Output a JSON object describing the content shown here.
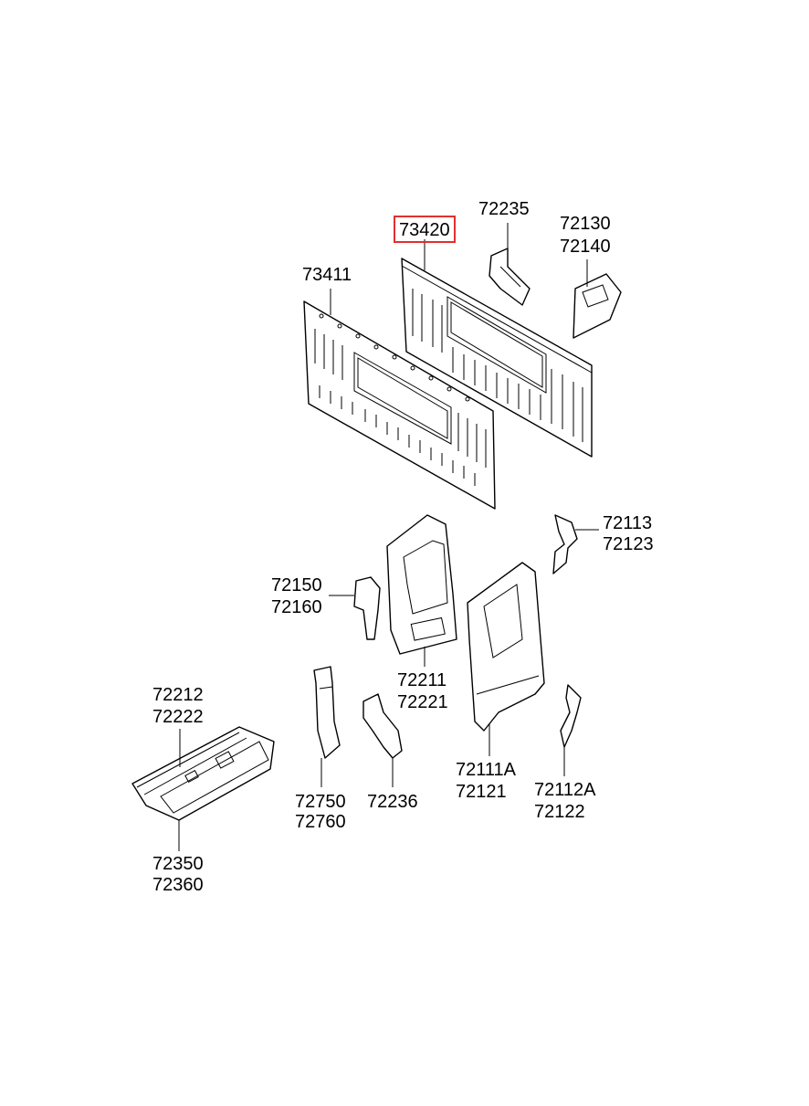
{
  "highlight_color": "#e03030",
  "labels": {
    "l73420": "73420",
    "l72235": "72235",
    "l72130": "72130",
    "l72140": "72140",
    "l73411": "73411",
    "l72113": "72113",
    "l72123": "72123",
    "l72150": "72150",
    "l72160": "72160",
    "l72211": "72211",
    "l72221": "72221",
    "l72212": "72212",
    "l72222": "72222",
    "l72750": "72750",
    "l72760": "72760",
    "l72236": "72236",
    "l72111A": "72111A",
    "l72121": "72121",
    "l72112A": "72112A",
    "l72122": "72122",
    "l72350": "72350",
    "l72360": "72360"
  }
}
